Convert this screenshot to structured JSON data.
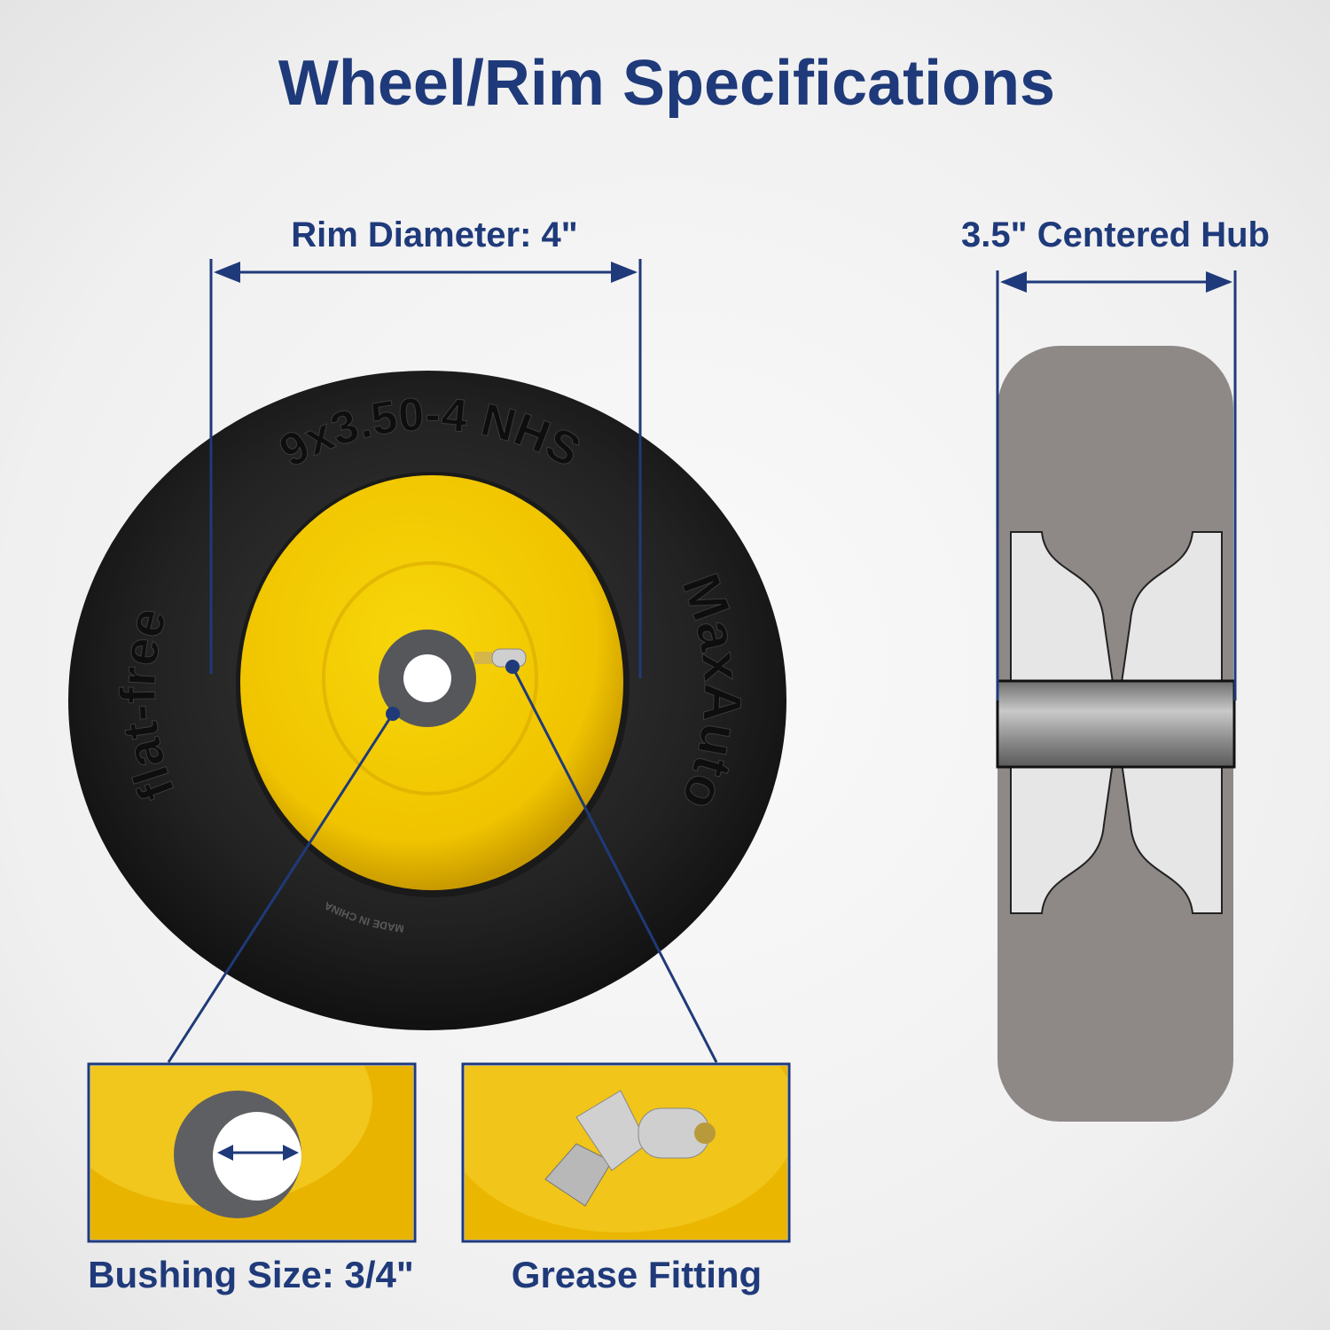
{
  "title": "Wheel/Rim Specifications",
  "rim_diameter_label": "Rim Diameter: 4\"",
  "hub_label": "3.5\" Centered Hub",
  "bushing_label": "Bushing Size: 3/4\"",
  "grease_label": "Grease Fitting",
  "tire_sidewall": {
    "size": "9x3.50-4 NHS",
    "type": "flat-free",
    "brand": "MaxAuto",
    "origin": "MADE IN CHINA"
  },
  "colors": {
    "accent": "#1f3a7a",
    "rim": "#f2c500",
    "tire": "#1b1b1b",
    "hub_side": "#8e8987"
  }
}
